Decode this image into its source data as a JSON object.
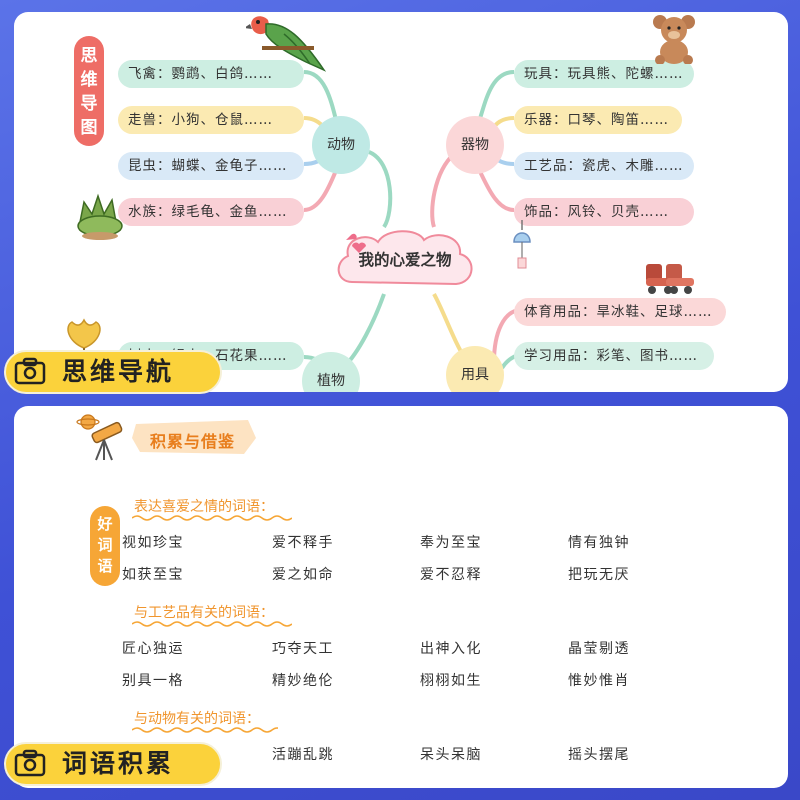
{
  "top": {
    "side_tag": "思维导图",
    "center": "我的心爱之物",
    "animals": {
      "label": "动物",
      "items": [
        "飞禽：鹦鹉、白鸽……",
        "走兽：小狗、仓鼠……",
        "昆虫：蝴蝶、金龟子……",
        "水族：绿毛龟、金鱼……"
      ]
    },
    "objects": {
      "label": "器物",
      "items": [
        "玩具：玩具熊、陀螺……",
        "乐器：口琴、陶笛……",
        "工艺品：瓷虎、木雕……",
        "饰品：风铃、贝壳……"
      ]
    },
    "supplies": {
      "label": "用具",
      "items": [
        "体育用品：旱冰鞋、足球……",
        "学习用品：彩笔、图书……"
      ]
    },
    "plants": {
      "label": "植物",
      "items": [
        "树木：银杏、石花果……"
      ]
    },
    "badge": "思维导航"
  },
  "bottom": {
    "banner": "积累与借鉴",
    "side_tag": "好词语",
    "sections": [
      {
        "title": "表达喜爱之情的词语：",
        "words": [
          "视如珍宝",
          "爱不释手",
          "奉为至宝",
          "情有独钟",
          "如获至宝",
          "爱之如命",
          "爱不忍释",
          "把玩无厌"
        ]
      },
      {
        "title": "与工艺品有关的词语：",
        "words": [
          "匠心独运",
          "巧夺天工",
          "出神入化",
          "晶莹剔透",
          "别具一格",
          "精妙绝伦",
          "栩栩如生",
          "惟妙惟肖"
        ]
      },
      {
        "title": "与动物有关的词语：",
        "words": [
          "活蹦乱跳",
          "呆头呆脑",
          "摇头摆尾"
        ]
      }
    ],
    "badge": "词语积累"
  },
  "colors": {
    "background": "#4a5fe0",
    "badge": "#fbd23b",
    "accent_red": "#ee6d66",
    "accent_orange": "#f0952d"
  }
}
